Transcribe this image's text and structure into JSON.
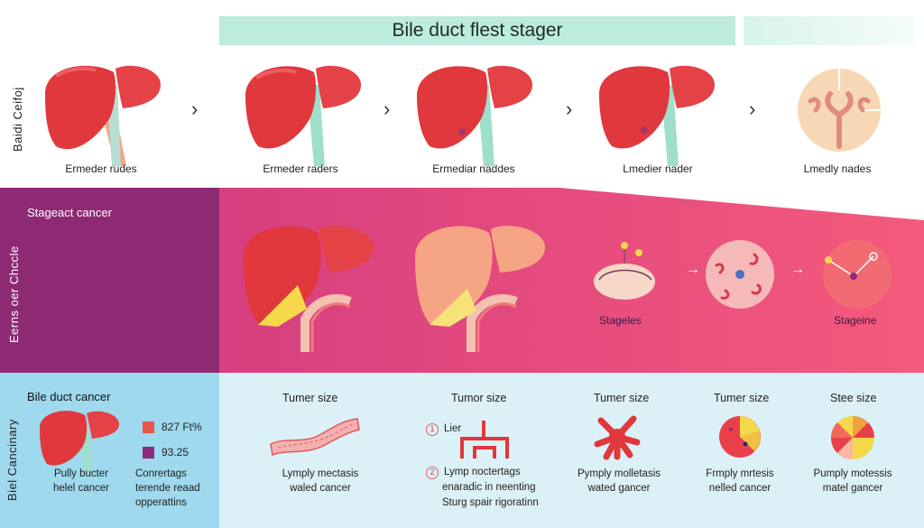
{
  "title": "Bile duct flest stager",
  "rows": {
    "top_label": "Baidi Ceifoj",
    "mid_label": "Eerns oer Chccle",
    "bot_label": "Biel Cancinary"
  },
  "top_steps": [
    {
      "caption": "Ermeder rudes"
    },
    {
      "caption": "Ermeder raders"
    },
    {
      "caption": "Ermediar naddes"
    },
    {
      "caption": "Lmedier nader"
    },
    {
      "caption": "Lmedly nades"
    }
  ],
  "middle": {
    "heading": "Stageact cancer",
    "captions": [
      "Stageles",
      "Stageine"
    ]
  },
  "bottom": {
    "heading": "Bile duct cancer",
    "legend": [
      {
        "label": "827 Ft%",
        "color": "#e8574a"
      },
      {
        "label": "93.25",
        "color": "#8a2c7a"
      }
    ],
    "left_caption_1": [
      "Pully bucter",
      "helel cancer"
    ],
    "left_caption_2": [
      "Conrertags",
      "terende reaad",
      "opperattins"
    ],
    "columns": [
      {
        "title": "Tumer size",
        "lines": [
          "Lymply mectasis",
          "waled cancer"
        ]
      },
      {
        "title": "Tumor size",
        "lines": [
          "Lymp noctertags",
          "enaradic in neenting",
          "Sturg spair rigoratinn"
        ],
        "marker_1": "1",
        "marker_1_label": "Lier",
        "marker_2": "2"
      },
      {
        "title": "Tumer size",
        "lines": [
          "Pymply molletasis",
          "wated gancer"
        ]
      },
      {
        "title": "Tumer size",
        "lines": [
          "Frmply mrtesis",
          "nelled cancer"
        ]
      },
      {
        "title": "Stee size",
        "lines": [
          "Pumply motessis",
          "matel gancer"
        ]
      }
    ]
  },
  "colors": {
    "title_bar": "#bdebdd",
    "mid_left": "#8e2a74",
    "mid_band_start": "#d63f80",
    "mid_band_end": "#f45a7c",
    "bot_left": "#9ed9ee",
    "bot_right": "#dcf0f8",
    "liver": "#e0383c"
  },
  "icons": [
    "chevron-right-icon",
    "liver-icon",
    "cell-icon",
    "tumor-icon",
    "pie-icon",
    "duct-icon"
  ]
}
